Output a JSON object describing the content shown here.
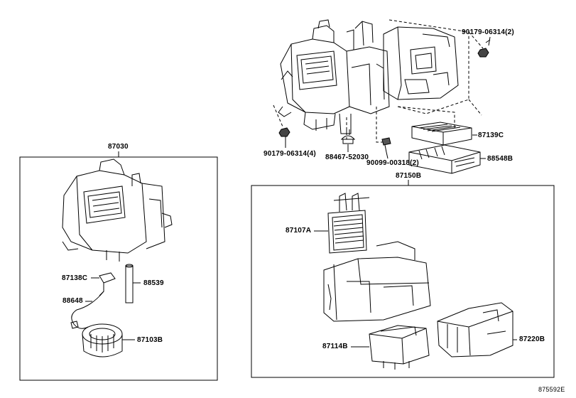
{
  "labels": {
    "part_87030": "87030",
    "part_87150B": "87150B",
    "part_87139C": "87139C",
    "part_88548B": "88548B",
    "part_90179_06314_2": "90179-06314(2)",
    "part_90179_06314_4": "90179-06314(4)",
    "part_88467_52030": "88467-52030",
    "part_90099_00318_2": "90099-00318(2)",
    "part_87138C": "87138C",
    "part_88539": "88539",
    "part_88648": "88648",
    "part_87103B": "87103B",
    "part_87107A": "87107A",
    "part_87114B": "87114B",
    "part_87220B": "87220B",
    "diagram_id": "875592E"
  },
  "colors": {
    "line": "#000000",
    "background": "#ffffff"
  },
  "icons": [
    "screw-icon",
    "nut-icon",
    "clip-icon",
    "blower-motor-icon",
    "heater-core-icon"
  ]
}
